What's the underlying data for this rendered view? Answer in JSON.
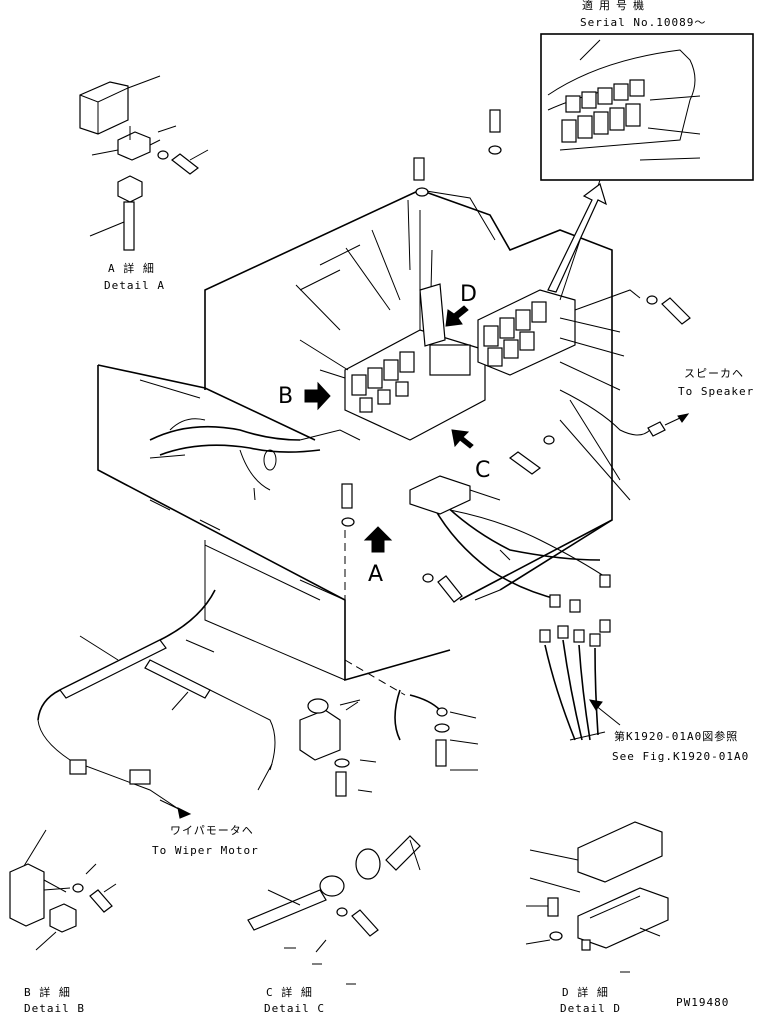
{
  "serial": {
    "title_jp": "適用号機",
    "title_en": "Serial No.10089～"
  },
  "callouts": {
    "a": "A",
    "b": "B",
    "c": "C",
    "d": "D"
  },
  "details": {
    "a_jp": "A 詳 細",
    "a_en": "Detail A",
    "b_jp": "B 詳 細",
    "b_en": "Detail B",
    "c_jp": "C 詳 細",
    "c_en": "Detail C",
    "d_jp": "D 詳 細",
    "d_en": "Detail D"
  },
  "notes": {
    "speaker_jp": "スピーカヘ",
    "speaker_en": "To Speaker",
    "fig_ref_jp": "第K1920-01A0図参照",
    "fig_ref_en": "See Fig.K1920-01A0",
    "wiper_jp": "ワイパモータヘ",
    "wiper_en": "To Wiper Motor"
  },
  "drawing_id": "PW19480"
}
